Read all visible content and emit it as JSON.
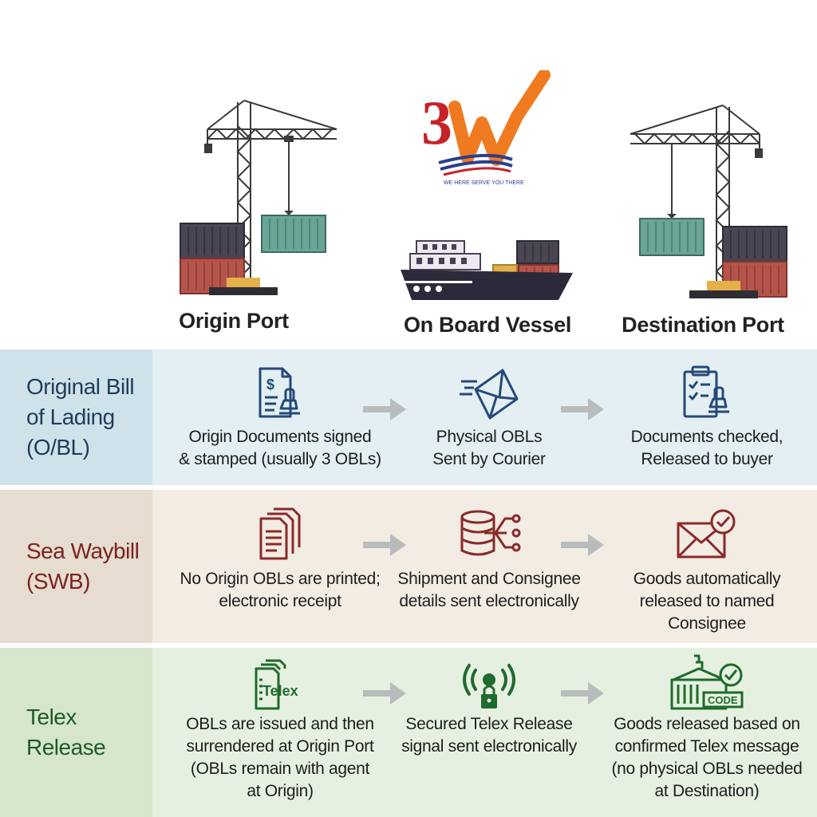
{
  "logo": {
    "text": "3W",
    "tagline": "WE HERE SERVE YOU THERE"
  },
  "stages": [
    {
      "label": "Origin Port"
    },
    {
      "label": "On Board Vessel"
    },
    {
      "label": "Destination Port"
    }
  ],
  "icons": {
    "telex_doc_label": "Telex",
    "code_label": "CODE"
  },
  "rows": [
    {
      "title_lines": [
        "Original Bill",
        "of Lading",
        "(O/BL)"
      ],
      "steps": [
        {
          "icon": "document-stamp-icon",
          "lines": [
            "Origin Documents signed",
            "& stamped (usually 3 OBLs)"
          ]
        },
        {
          "icon": "envelope-courier-icon",
          "lines": [
            "Physical OBLs",
            "Sent by Courier"
          ]
        },
        {
          "icon": "clipboard-stamp-icon",
          "lines": [
            "Documents checked,",
            "Released to buyer"
          ]
        }
      ]
    },
    {
      "title_lines": [
        "Sea Waybill",
        "(SWB)"
      ],
      "steps": [
        {
          "icon": "document-stack-icon",
          "lines": [
            "No Origin OBLs are printed;",
            "electronic receipt"
          ]
        },
        {
          "icon": "database-network-icon",
          "lines": [
            "Shipment and Consignee",
            "details sent electronically"
          ]
        },
        {
          "icon": "envelope-check-icon",
          "lines": [
            "Goods automatically",
            "released to named",
            "Consignee"
          ]
        }
      ]
    },
    {
      "title_lines": [
        "Telex",
        "Release"
      ],
      "steps": [
        {
          "icon": "telex-document-icon",
          "lines": [
            "OBLs are issued and then",
            "surrendered at Origin Port",
            "(OBLs remain with agent",
            "at Origin)"
          ]
        },
        {
          "icon": "secure-signal-icon",
          "lines": [
            "Secured Telex Release",
            "signal sent electronically"
          ]
        },
        {
          "icon": "container-code-icon",
          "lines": [
            "Goods released based on",
            "confirmed Telex message",
            "(no physical OBLs needed",
            "at Destination)"
          ]
        }
      ]
    }
  ],
  "colors": {
    "row1_bg": "#e3eff2",
    "row1_label_bg": "#cfe2ea",
    "row1_title": "#1f3c5a",
    "row1_icon": "#24497a",
    "row2_bg": "#f2ece3",
    "row2_label_bg": "#e6dccf",
    "row2_title": "#7b2222",
    "row2_icon": "#8a2a2a",
    "row3_bg": "#e6f0e0",
    "row3_label_bg": "#d5e6cc",
    "row3_title": "#1e5a2a",
    "row3_icon": "#1f6b2d",
    "arrow": "#b9bcbc",
    "crane": "#3a3a3a",
    "container_dark": "#4a4552",
    "container_red": "#b5544a",
    "container_teal": "#6aa597",
    "ship_hull": "#2c2a3a",
    "logo_red": "#c82229",
    "logo_orange": "#f07a20",
    "logo_navy": "#2b3f8a"
  }
}
